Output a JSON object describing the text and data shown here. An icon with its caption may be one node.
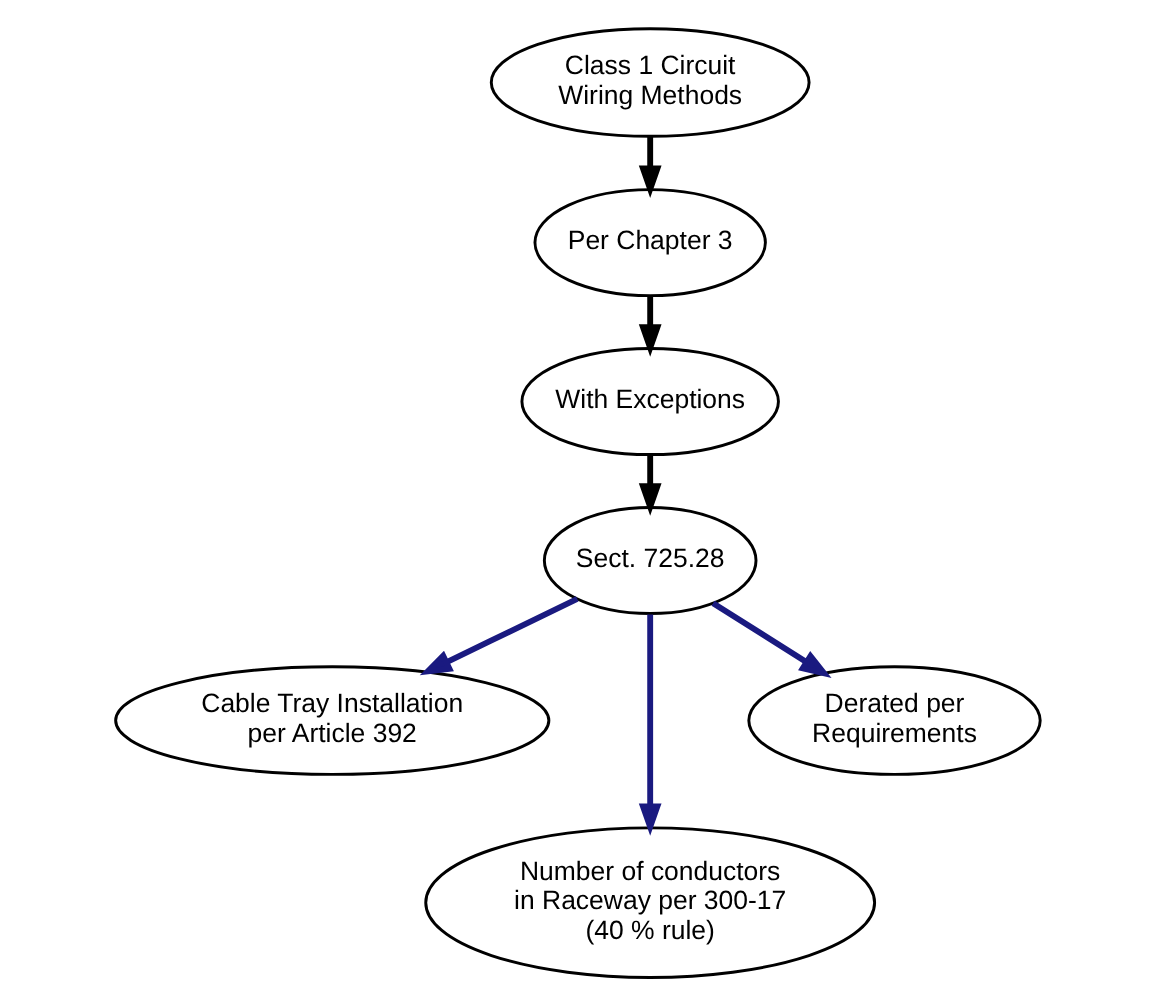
{
  "diagram": {
    "nodes": [
      {
        "text": [
          "Class 1 Circuit Wiring Methods"
        ]
      },
      {
        "text": [
          "Per Chapter 3"
        ]
      },
      {
        "text": [
          "With Exceptions"
        ]
      },
      {
        "text": [
          "Sect. 725.28"
        ]
      },
      {
        "text": [
          "Cable Tray Installation per Article 392"
        ]
      },
      {
        "text": [
          "Number of conductors in Raceway per 300-17 (40 % rule)"
        ]
      },
      {
        "text": [
          "Derated per Requirements"
        ]
      }
    ],
    "edges": [
      {
        "from": 0,
        "to": 1,
        "arrow": "to"
      },
      {
        "from": 1,
        "to": 2,
        "arrow": "to"
      },
      {
        "from": 2,
        "to": 3,
        "arrow": "to"
      },
      {
        "from": 3,
        "to": 4,
        "arrow": "to",
        "color": "#1a1a80"
      },
      {
        "from": 3,
        "to": 5,
        "arrow": "to",
        "color": "#1a1a80"
      },
      {
        "from": 3,
        "to": 6,
        "arrow": "to",
        "color": "#1a1a80"
      }
    ]
  }
}
